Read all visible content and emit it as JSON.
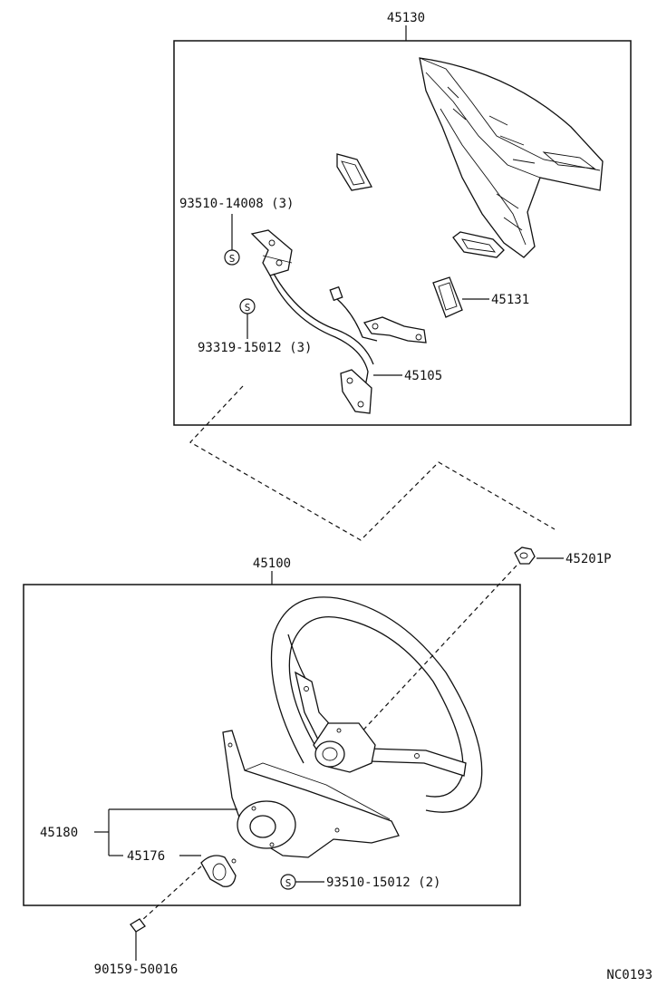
{
  "labels": {
    "horn_pad_assy": "45130",
    "screw_upper_1": "93510-14008 (3)",
    "screw_upper_2": "93319-15012 (3)",
    "pad_insert": "45131",
    "horn_wiring": "45105",
    "steering_wheel_assy": "45100",
    "wheel_nut": "45201P",
    "hub_assy": "45180",
    "hub_plate": "45176",
    "screw_lower": "93510-15012 (2)",
    "bolt": "90159-50016",
    "figure_code": "NC0193"
  },
  "symbols": {
    "standard_part_letter": "S"
  }
}
